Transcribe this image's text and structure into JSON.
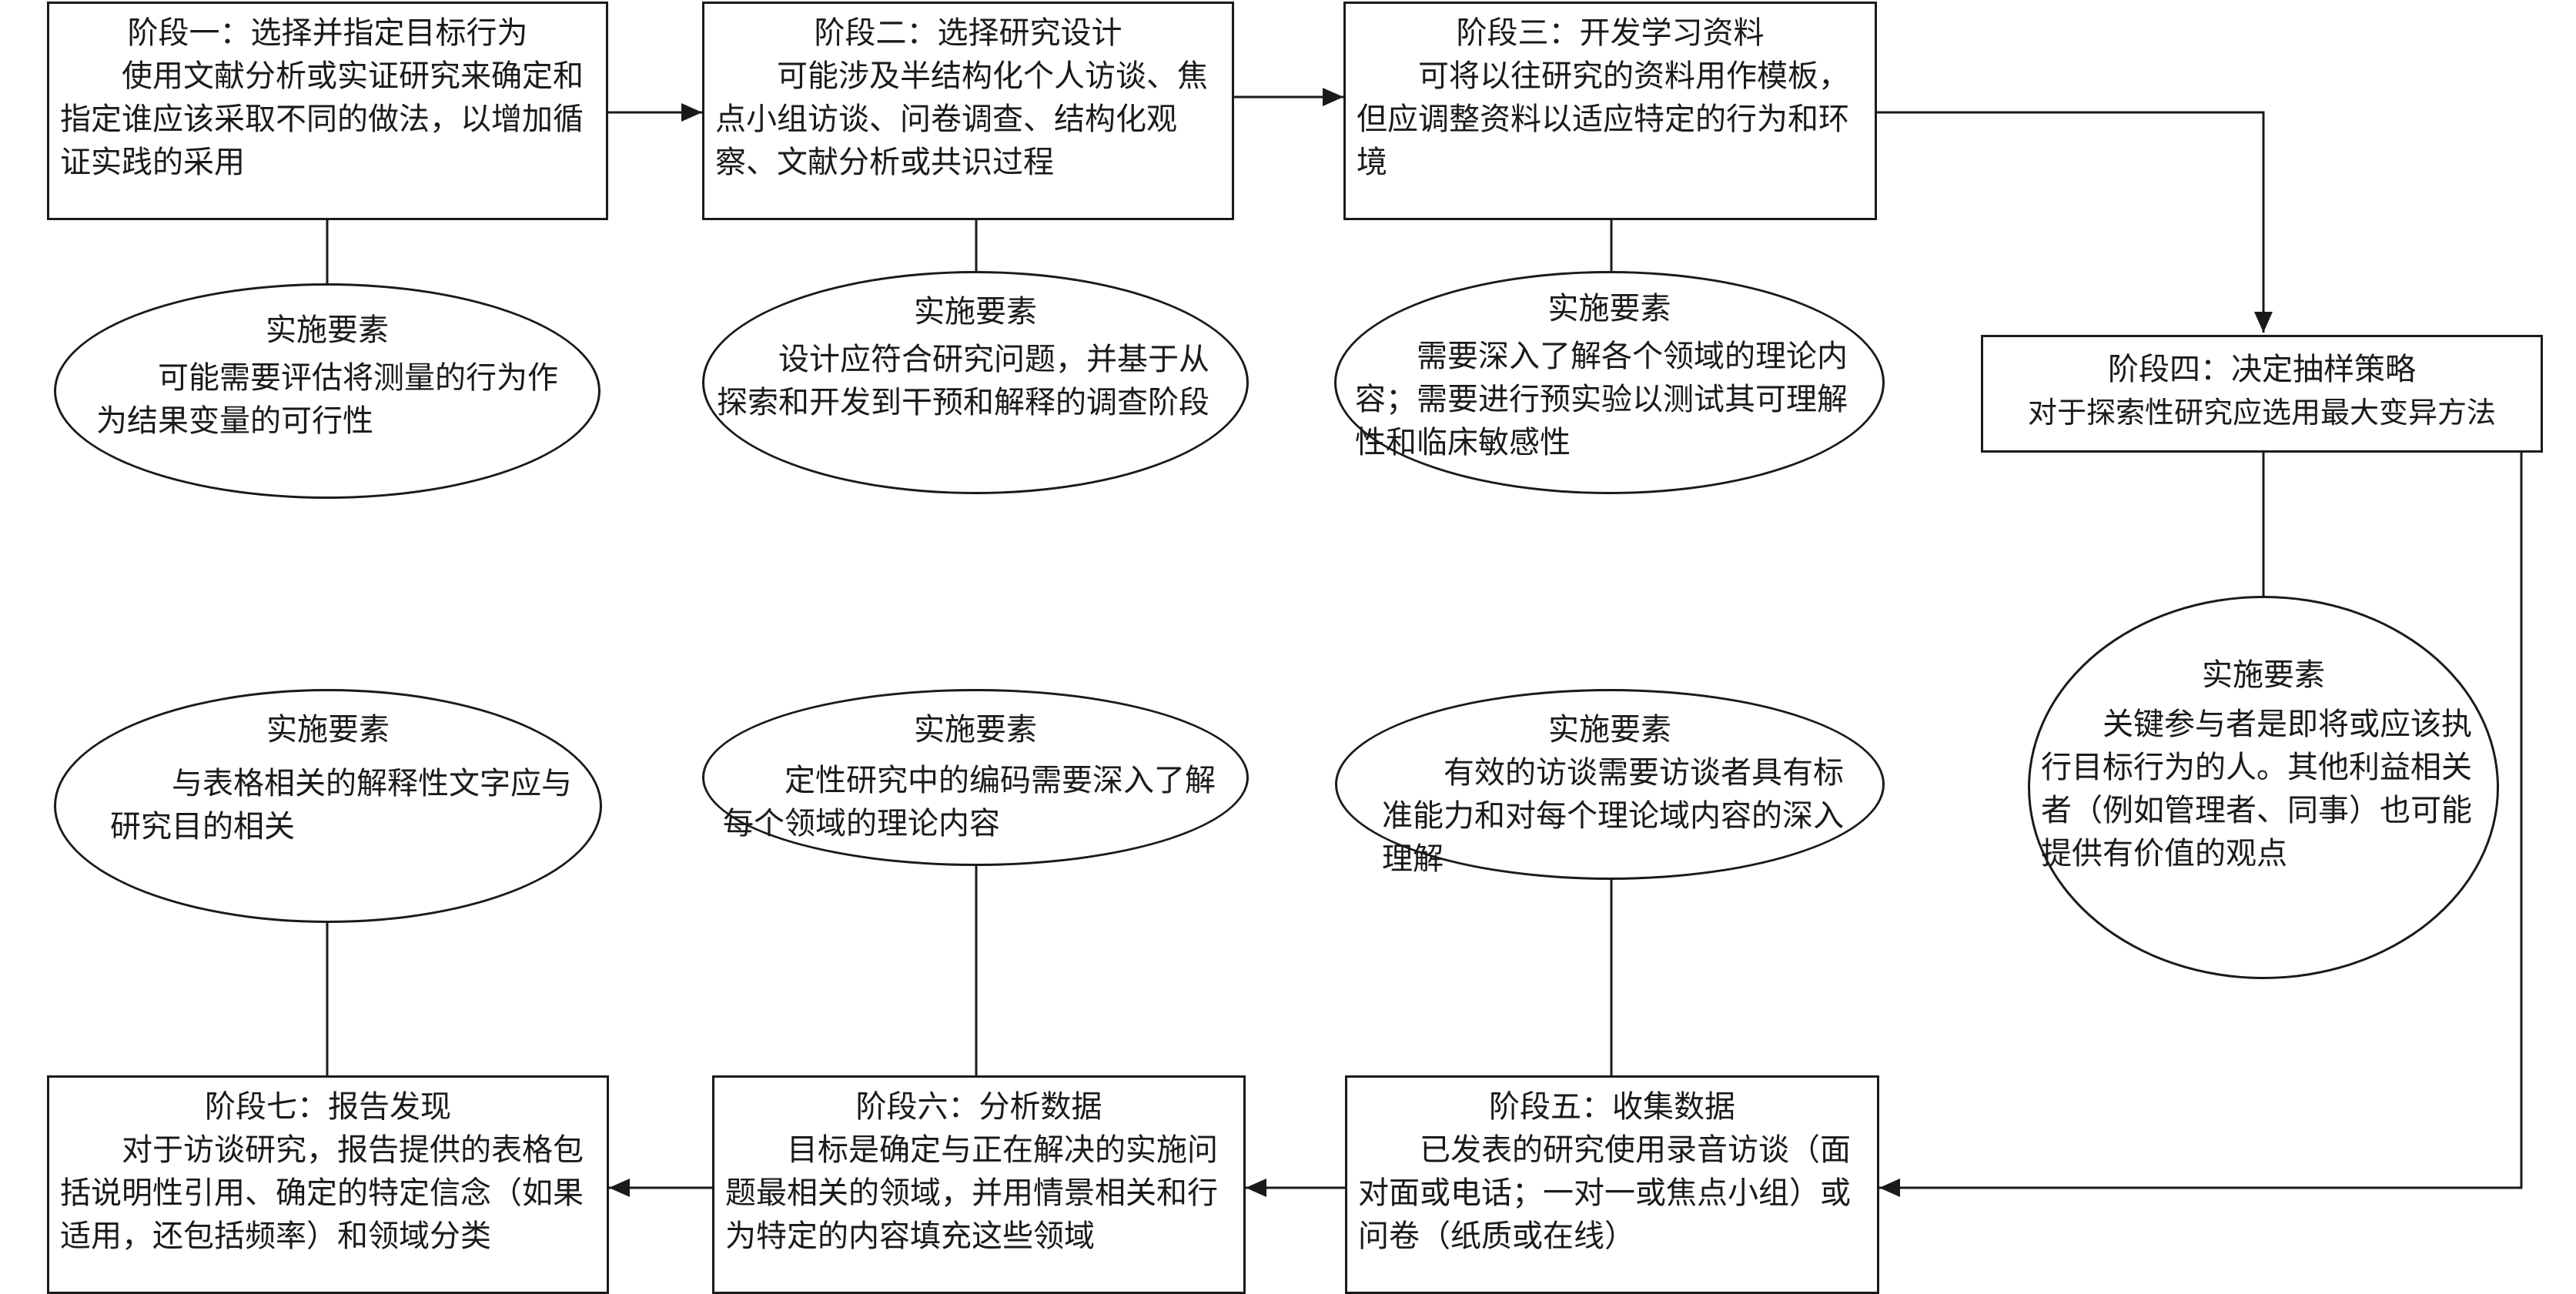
{
  "stages": [
    {
      "title": "阶段一：选择并指定目标行为",
      "body": "使用文献分析或实证研究来确定和指定谁应该采取不同的做法，以增加循证实践的采用"
    },
    {
      "title": "阶段二：选择研究设计",
      "body": "可能涉及半结构化个人访谈、焦点小组访谈、问卷调查、结构化观察、文献分析或共识过程"
    },
    {
      "title": "阶段三：开发学习资料",
      "body": "可将以往研究的资料用作模板，但应调整资料以适应特定的行为和环境"
    },
    {
      "title": "阶段四：决定抽样策略",
      "body": "对于探索性研究应选用最大变异方法"
    },
    {
      "title": "阶段五：收集数据",
      "body": "已发表的研究使用录音访谈（面对面或电话；一对一或焦点小组）或问卷（纸质或在线）"
    },
    {
      "title": "阶段六：分析数据",
      "body": "目标是确定与正在解决的实施问题最相关的领域，并用情景相关和行为特定的内容填充这些领域"
    },
    {
      "title": "阶段七：报告发现",
      "body": "对于访谈研究，报告提供的表格包括说明性引用、确定的特定信念（如果适用，还包括频率）和领域分类"
    }
  ],
  "elements": [
    {
      "title": "实施要素",
      "body": "可能需要评估将测量的行为作为结果变量的可行性"
    },
    {
      "title": "实施要素",
      "body": "设计应符合研究问题，并基于从探索和开发到干预和解释的调查阶段"
    },
    {
      "title": "实施要素",
      "body": "需要深入了解各个领域的理论内容；需要进行预实验以测试其可理解性和临床敏感性"
    },
    {
      "title": "实施要素",
      "body": "关键参与者是即将或应该执行目标行为的人。其他利益相关者（例如管理者、同事）也可能提供有价值的观点"
    },
    {
      "title": "实施要素",
      "body": "有效的访谈需要访谈者具有标准能力和对每个理论域内容的深入理解"
    },
    {
      "title": "实施要素",
      "body": "定性研究中的编码需要深入了解每个领域的理论内容"
    },
    {
      "title": "实施要素",
      "body": "与表格相关的解释性文字应与研究目的相关"
    }
  ]
}
